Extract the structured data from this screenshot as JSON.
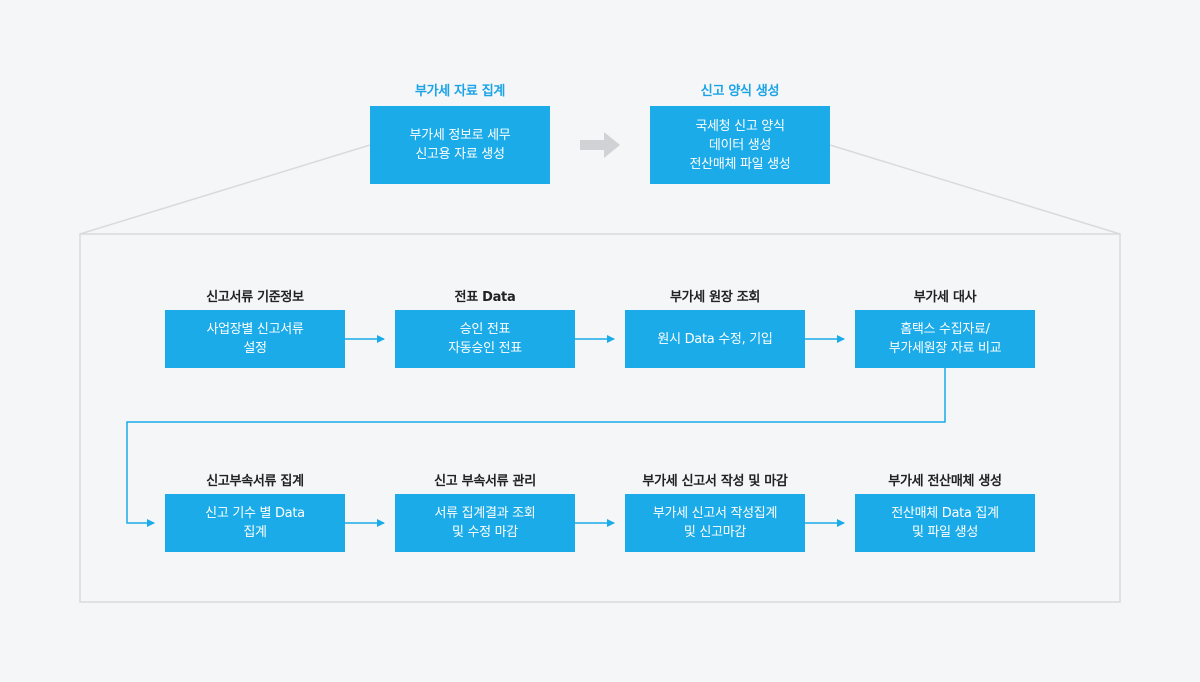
{
  "top": {
    "left": {
      "label": "부가세 자료 집계",
      "lines": [
        "부가세 정보로 세무",
        "신고용 자료 생성"
      ]
    },
    "right": {
      "label": "신고 양식 생성",
      "lines": [
        "국세청 신고 양식",
        "데이터 생성",
        "전산매체 파일 생성"
      ]
    }
  },
  "row1": [
    {
      "label": "신고서류 기준정보",
      "lines": [
        "사업장별 신고서류",
        "설정"
      ]
    },
    {
      "label": "전표 Data",
      "lines": [
        "승인 전표",
        "자동승인 전표"
      ]
    },
    {
      "label": "부가세 원장 조회",
      "lines": [
        "원시 Data 수정, 기입"
      ]
    },
    {
      "label": "부가세 대사",
      "lines": [
        "홈택스 수집자료/",
        "부가세원장 자료 비교"
      ]
    }
  ],
  "row2": [
    {
      "label": "신고부속서류 집계",
      "lines": [
        "신고 기수 별 Data",
        "집계"
      ]
    },
    {
      "label": "신고 부속서류 관리",
      "lines": [
        "서류 집계결과 조회",
        "및 수정 마감"
      ]
    },
    {
      "label": "부가세 신고서 작성 및 마감",
      "lines": [
        "부가세 신고서 작성집계",
        "및 신고마감"
      ]
    },
    {
      "label": "부가세 전산매체 생성",
      "lines": [
        "전산매체 Data 집계",
        "및 파일 생성"
      ]
    }
  ],
  "colors": {
    "box": "#1aabe8",
    "label_accent": "#1aa3e6",
    "arrow": "#1aabe8",
    "frame": "#d8dadd",
    "big_arrow": "#d0d2d5"
  }
}
